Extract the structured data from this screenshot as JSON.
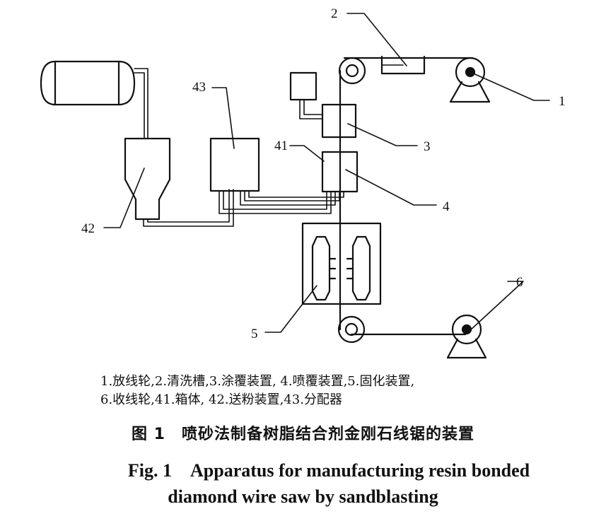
{
  "labels": {
    "l1": "1",
    "l2": "2",
    "l3": "3",
    "l4": "4",
    "l5": "5",
    "l6": "6",
    "l41": "41",
    "l42": "42",
    "l43": "43"
  },
  "legend": {
    "line1": "1.放线轮,2.清洗槽,3.涂覆装置, 4.喷覆装置,5.固化装置,",
    "line2": "6.收线轮,41.箱体, 42.送粉装置,43.分配器"
  },
  "caption": {
    "cn": "图 1　喷砂法制备树脂结合剂金刚石线锯的装置",
    "en_line1": "Fig. 1　Apparatus for manufacturing resin bonded",
    "en_line2": "diamond wire saw by sandblasting"
  }
}
